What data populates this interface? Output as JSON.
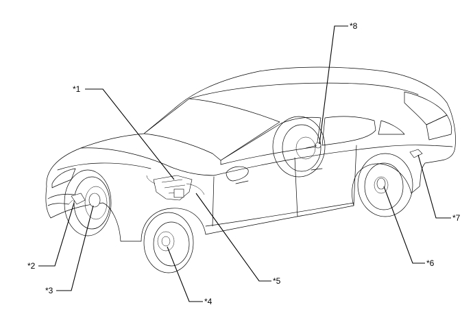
{
  "callouts": [
    {
      "id": "1",
      "label": "*1"
    },
    {
      "id": "2",
      "label": "*2"
    },
    {
      "id": "3",
      "label": "*3"
    },
    {
      "id": "4",
      "label": "*4"
    },
    {
      "id": "5",
      "label": "*5"
    },
    {
      "id": "6",
      "label": "*6"
    },
    {
      "id": "7",
      "label": "*7"
    },
    {
      "id": "8",
      "label": "*8"
    }
  ]
}
